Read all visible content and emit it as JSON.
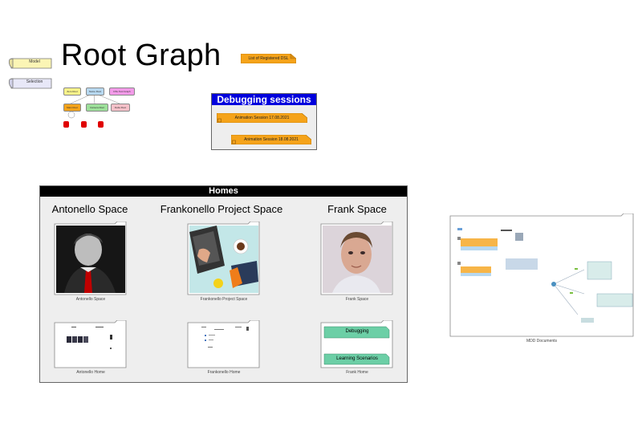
{
  "title": "Root Graph",
  "toolbar": {
    "model_label": "Model",
    "selection_label": "Selection"
  },
  "dsl_note": "List of Registered DSL",
  "mini_graph": {
    "nodes": [
      "Zero Root",
      "Name Root",
      "DSL Test Graph",
      "Main Root",
      "Camera Root",
      "Delta Root"
    ]
  },
  "debugging": {
    "title": "Debugging sessions",
    "sessions": [
      "Animation Session 17.08.2021",
      "Animation Session 18.08.2021"
    ]
  },
  "homes": {
    "title": "Homes",
    "spaces": [
      {
        "heading": "Antonello Space",
        "caption": "Antonello Space",
        "home_caption": "Antonello Home"
      },
      {
        "heading": "Frankonello Project Space",
        "caption": "Frankonello Project Space",
        "home_caption": "Frankonello Home"
      },
      {
        "heading": "Frank Space",
        "caption": "Frank Space",
        "home_caption": "Frank Home"
      }
    ],
    "frank_home_items": [
      "Debugging",
      "Learning Scenarios"
    ]
  },
  "mdd": {
    "caption": "MDD Documents"
  },
  "colors": {
    "note_orange": "#f5a31a",
    "debug_header": "#0000dd",
    "homes_header": "#000000",
    "panel_bg": "#eeeeee",
    "teal": "#6ccfa6",
    "scroll_yellow": "#fbf5b5",
    "scroll_lavender": "#e8e8f8",
    "red_marker": "#e00000"
  }
}
